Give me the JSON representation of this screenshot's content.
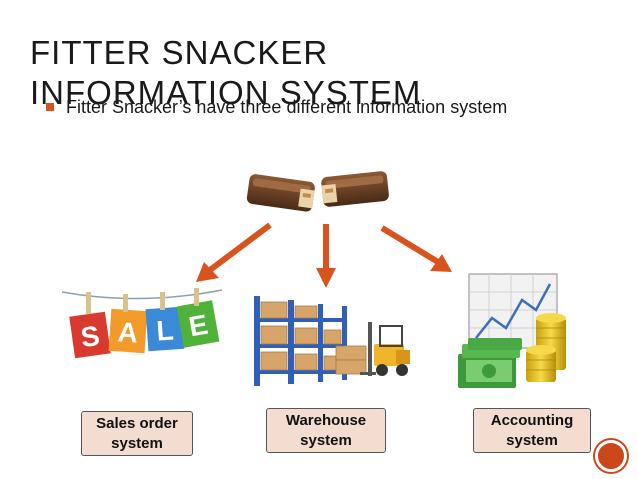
{
  "slide": {
    "title_line1": "FITTER SNACKER",
    "title_line2": "INFORMATION SYSTEM",
    "bullet": "Fitter Snacker’s have three different information system"
  },
  "sale_letters": [
    "S",
    "A",
    "L",
    "E"
  ],
  "boxes": {
    "sales": "Sales order system",
    "warehouse": "Warehouse system",
    "accounting": "Accounting system"
  },
  "colors": {
    "accent": "#d9531e",
    "arrow": "#d9531e",
    "box_fill": "#f3ddd0"
  },
  "icons": {
    "snack_bars": "snack-bar-image",
    "sale": "sale-clothesline-image",
    "warehouse": "warehouse-forklift-image",
    "accounting": "money-chart-image"
  }
}
